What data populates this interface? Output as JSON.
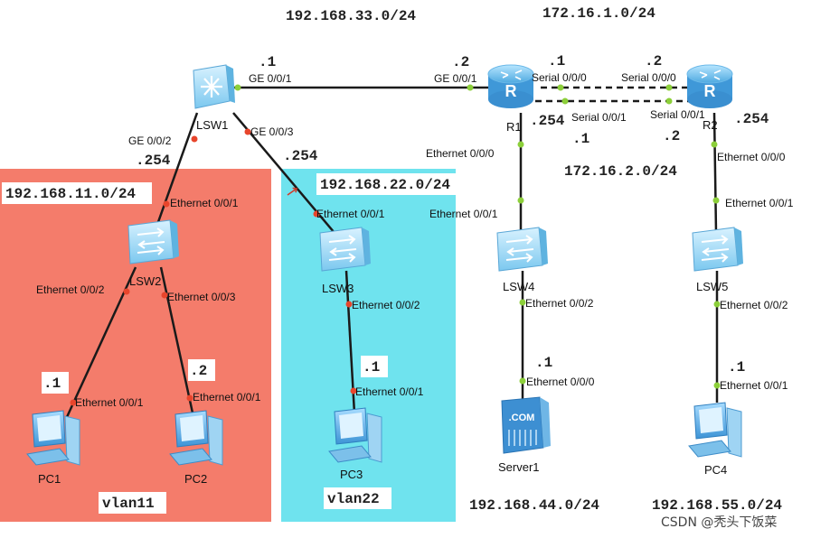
{
  "networks": {
    "net33": "192.168.33.0/24",
    "net172_1": "172.16.1.0/24",
    "net172_2": "172.16.2.0/24",
    "net11": "192.168.11.0/24",
    "net22": "192.168.22.0/24",
    "net44": "192.168.44.0/24",
    "net55": "192.168.55.0/24"
  },
  "vlans": {
    "vlan11": "vlan11",
    "vlan22": "vlan22"
  },
  "devices": {
    "lsw1": "LSW1",
    "lsw2": "LSW2",
    "lsw3": "LSW3",
    "lsw4": "LSW4",
    "lsw5": "LSW5",
    "r1": "R1",
    "r2": "R2",
    "pc1": "PC1",
    "pc2": "PC2",
    "pc3": "PC3",
    "pc4": "PC4",
    "server1": "Server1",
    "server_badge": ".COM"
  },
  "ports": {
    "lsw1_ge001": "GE 0/0/1",
    "lsw1_ge002": "GE 0/0/2",
    "lsw1_ge003": "GE 0/0/3",
    "r1_ge001": "GE 0/0/1",
    "r1_s000": "Serial 0/0/0",
    "r1_s001": "Serial 0/0/1",
    "r1_eth000": "Ethernet 0/0/0",
    "r2_s000": "Serial 0/0/0",
    "r2_s001": "Serial 0/0/1",
    "r2_eth000": "Ethernet 0/0/0",
    "lsw2_eth001": "Ethernet 0/0/1",
    "lsw2_eth002": "Ethernet 0/0/2",
    "lsw2_eth003": "Ethernet 0/0/3",
    "lsw3_eth001": "Ethernet 0/0/1",
    "lsw3_eth002": "Ethernet 0/0/2",
    "lsw4_eth001": "Ethernet 0/0/1",
    "lsw4_eth002": "Ethernet 0/0/2",
    "lsw5_eth001": "Ethernet 0/0/1",
    "lsw5_eth002": "Ethernet 0/0/2",
    "pc1_eth001": "Ethernet 0/0/1",
    "pc2_eth001": "Ethernet 0/0/1",
    "pc3_eth001": "Ethernet 0/0/1",
    "server1_eth000": "Ethernet 0/0/0",
    "pc4_eth001": "Ethernet 0/0/1"
  },
  "addresses": {
    "lsw1_ge001": ".1",
    "r1_ge001": ".2",
    "r1_s000": ".1",
    "r2_s000": ".2",
    "r1_s001": ".254",
    "r2_s001": ".254",
    "serial2_left": ".1",
    "serial2_right": ".2",
    "lsw1_ge002": ".254",
    "lsw1_ge003": ".254",
    "pc1": ".1",
    "pc2": ".2",
    "pc3": ".1",
    "server1": ".1",
    "pc4": ".1"
  },
  "watermark": "CSDN @秃头下饭菜",
  "colors": {
    "vlan11_fill": "#f47c6b",
    "vlan22_fill": "#6fe3ee",
    "link": "#1a1a1a",
    "port_red": "#e8452c",
    "port_green": "#8ccf3a"
  },
  "icons": {
    "switch": "switch-icon",
    "router": "router-icon",
    "pc": "pc-icon",
    "server": "server-icon",
    "cursor": "cursor-icon"
  }
}
